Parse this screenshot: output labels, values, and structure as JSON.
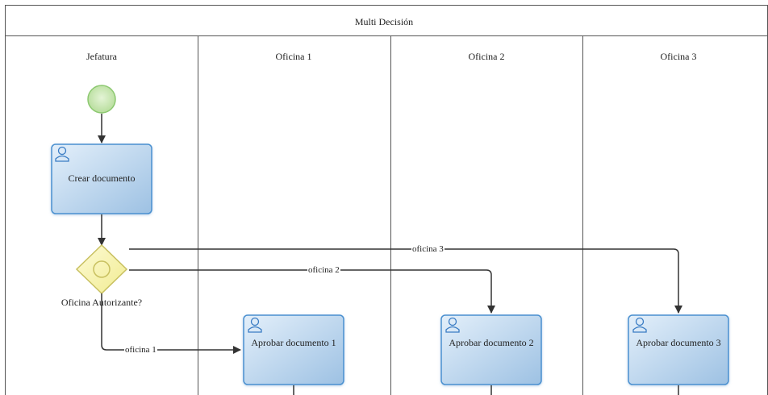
{
  "pool": {
    "title": "Multi Decisión"
  },
  "lanes": [
    {
      "label": "Jefatura"
    },
    {
      "label": "Oficina 1"
    },
    {
      "label": "Oficina 2"
    },
    {
      "label": "Oficina 3"
    }
  ],
  "tasks": {
    "crear": "Crear documento",
    "aprobar1": "Aprobar documento 1",
    "aprobar2": "Aprobar documento 2",
    "aprobar3": "Aprobar documento 3"
  },
  "gateway": {
    "label": "Oficina Autorizante?"
  },
  "edges": {
    "oficina1": "oficina 1",
    "oficina2": "oficina 2",
    "oficina3": "oficina 3"
  },
  "colors": {
    "task_fill_top": "#dcebf8",
    "task_fill_bottom": "#9fc3e5",
    "task_stroke": "#4a90d0",
    "gateway_fill": "#fbf7b4",
    "gateway_stroke": "#c8c060",
    "start_fill": "#c8e8b0",
    "start_stroke": "#8cc870",
    "line": "#333333"
  },
  "icons": {
    "task": "user-icon",
    "gateway": "circle-icon"
  }
}
